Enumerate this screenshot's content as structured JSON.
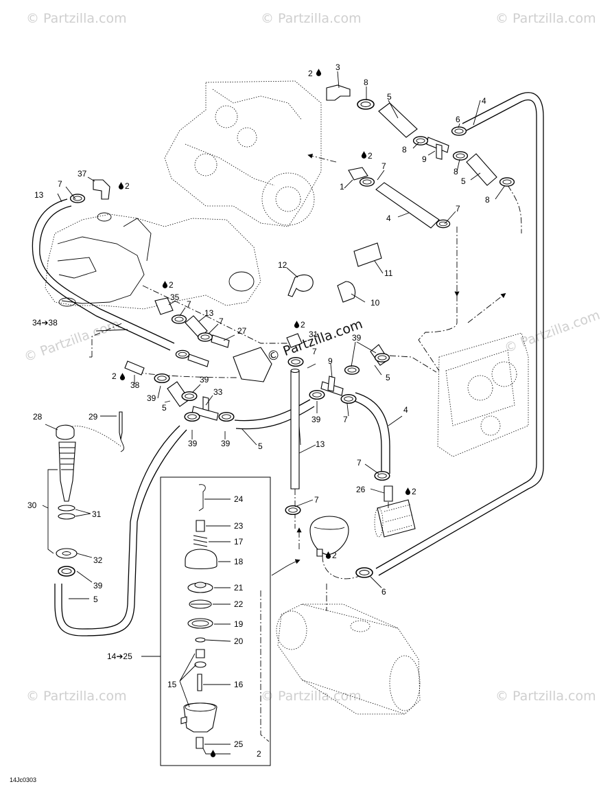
{
  "drawing_code": "14Jc0303",
  "watermark": "© Partzilla.com",
  "watermark_center": "© Partzilla.com",
  "arrow_glyph": "➔",
  "callouts": {
    "c1": "1",
    "c2": "2",
    "c3": "3",
    "c4": "4",
    "c5": "5",
    "c6": "6",
    "c7": "7",
    "c8": "8",
    "c9": "9",
    "c10": "10",
    "c11": "11",
    "c12": "12",
    "c13": "13",
    "c15": "15",
    "c16": "16",
    "c17": "17",
    "c18": "18",
    "c19": "19",
    "c20": "20",
    "c21": "21",
    "c22": "22",
    "c23": "23",
    "c24": "24",
    "c25": "25",
    "c26": "26",
    "c27": "27",
    "c28": "28",
    "c29": "29",
    "c30": "30",
    "c31": "31",
    "c32": "32",
    "c33": "33",
    "c35": "35",
    "c37": "37",
    "c38": "38",
    "c39": "39",
    "range_34_38": "34➔38",
    "range_14_25": "14➔25"
  }
}
